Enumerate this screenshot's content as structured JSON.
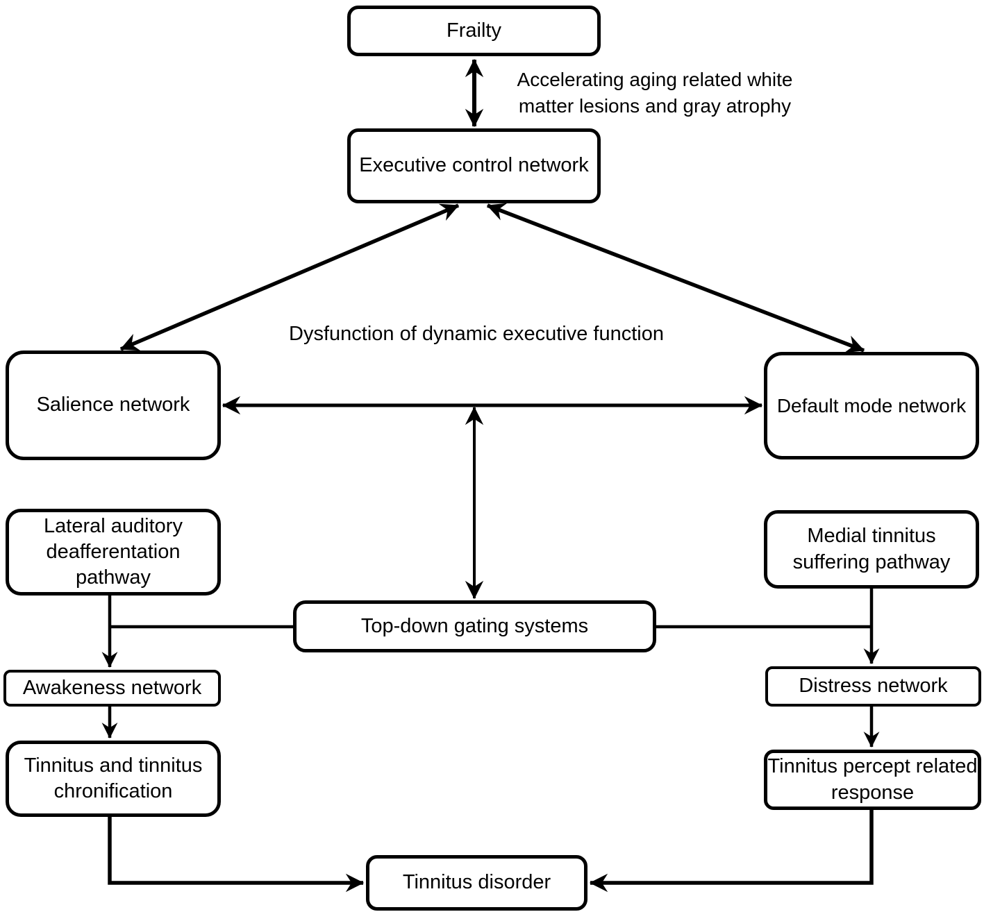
{
  "diagram": {
    "nodes": {
      "frailty": {
        "label": "Frailty"
      },
      "executive_control": {
        "label": "Executive control network"
      },
      "salience": {
        "label": "Salience network"
      },
      "default_mode": {
        "label": "Default mode network"
      },
      "lateral_auditory": {
        "label": "Lateral auditory deafferentation pathway"
      },
      "medial_tinnitus": {
        "label": "Medial tinnitus suffering pathway"
      },
      "top_down_gating": {
        "label": "Top-down gating systems"
      },
      "awakeness": {
        "label": "Awakeness network"
      },
      "tinnitus_chronification": {
        "label": "Tinnitus and tinnitus chronification"
      },
      "distress": {
        "label": "Distress network"
      },
      "tinnitus_percept": {
        "label": "Tinnitus percept related response"
      },
      "tinnitus_disorder": {
        "label": "Tinnitus disorder"
      }
    },
    "annotations": {
      "aging_label": "Accelerating aging related white matter lesions and gray atrophy",
      "dysfunction_label": "Dysfunction of dynamic executive function"
    },
    "edges": [
      {
        "from": "frailty",
        "to": "executive_control",
        "direction": "bidirectional"
      },
      {
        "from": "executive_control",
        "to": "salience",
        "direction": "bidirectional"
      },
      {
        "from": "executive_control",
        "to": "default_mode",
        "direction": "bidirectional"
      },
      {
        "from": "salience",
        "to": "default_mode",
        "direction": "bidirectional"
      },
      {
        "from": "salience_dmn_link",
        "to": "top_down_gating",
        "direction": "bidirectional"
      },
      {
        "from": "lateral_auditory",
        "to": "awakeness",
        "direction": "forward"
      },
      {
        "from": "top_down_gating",
        "to": "lateral_auditory_path",
        "direction": "join"
      },
      {
        "from": "top_down_gating",
        "to": "medial_tinnitus_path",
        "direction": "join"
      },
      {
        "from": "awakeness",
        "to": "tinnitus_chronification",
        "direction": "forward"
      },
      {
        "from": "medial_tinnitus",
        "to": "distress",
        "direction": "forward"
      },
      {
        "from": "distress",
        "to": "tinnitus_percept",
        "direction": "forward"
      },
      {
        "from": "tinnitus_chronification",
        "to": "tinnitus_disorder",
        "direction": "forward"
      },
      {
        "from": "tinnitus_percept",
        "to": "tinnitus_disorder",
        "direction": "forward"
      }
    ],
    "colors": {
      "line": "#000000",
      "box_border": "#000000",
      "box_fill": "#ffffff",
      "text": "#000000",
      "background": "#ffffff"
    }
  }
}
